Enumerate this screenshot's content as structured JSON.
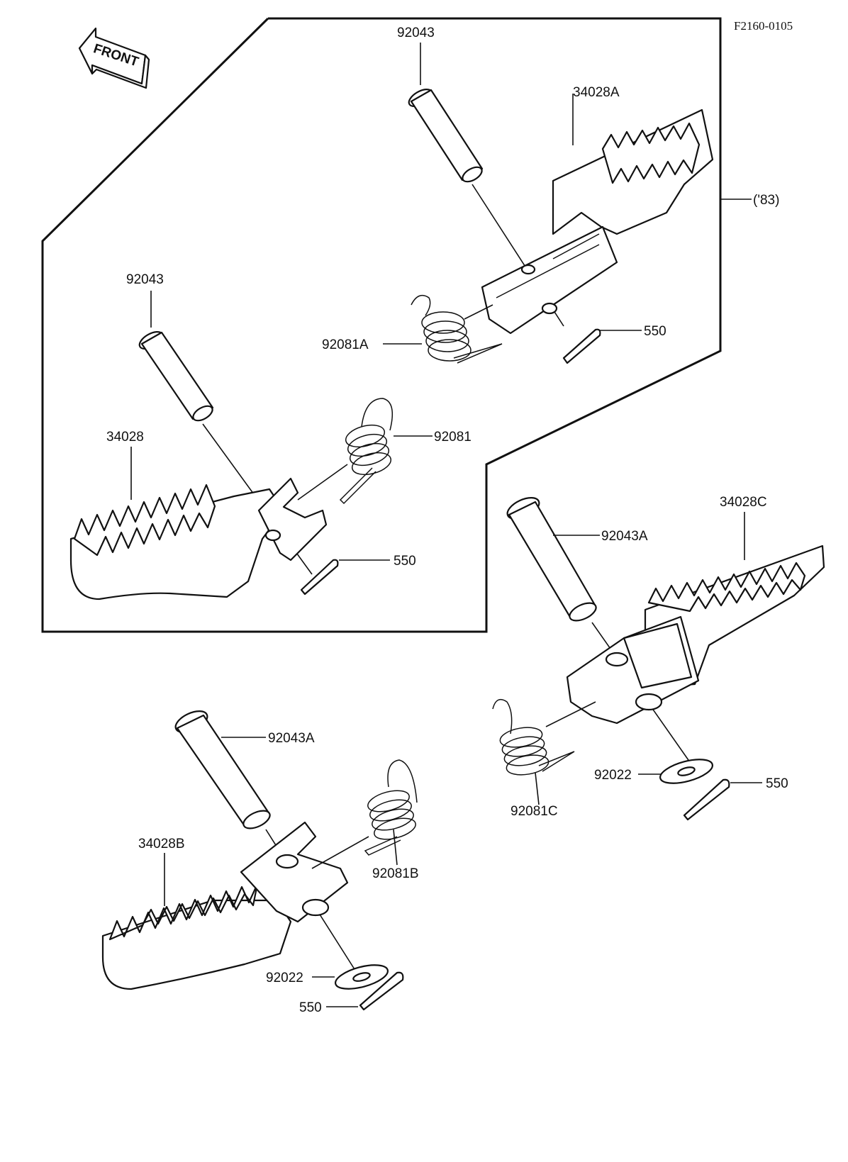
{
  "figure_id": "F2160-0105",
  "front_label": "FRONT",
  "variant_note": "('83)",
  "labels": {
    "pin_83": "92043",
    "peg_83": "34028A",
    "spring_83": "92081A",
    "cotter_83": "550",
    "pin_inner": "92043",
    "peg_inner": "34028",
    "spring_inner": "92081",
    "cotter_inner": "550",
    "pin_right": "92043A",
    "peg_right": "34028C",
    "spring_right": "92081C",
    "washer_right": "92022",
    "cotter_right": "550",
    "pin_left": "92043A",
    "peg_left": "34028B",
    "spring_left": "92081B",
    "washer_left": "92022",
    "cotter_left": "550"
  }
}
